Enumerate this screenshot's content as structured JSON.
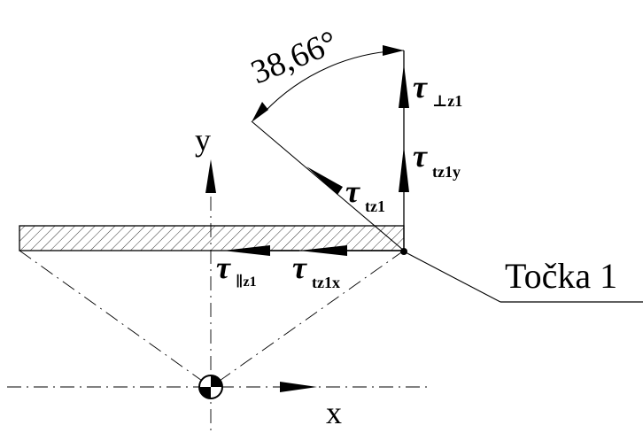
{
  "diagram": {
    "angle_label": "38,66°",
    "axis_y_label": "y",
    "axis_x_label": "x",
    "point_label": "Točka 1",
    "tau_symbol": "τ",
    "subscripts": {
      "perp": "⊥z1",
      "tz1y": "tz1y",
      "tz1": "tz1",
      "par": "∥z1",
      "tz1x": "tz1x"
    }
  }
}
